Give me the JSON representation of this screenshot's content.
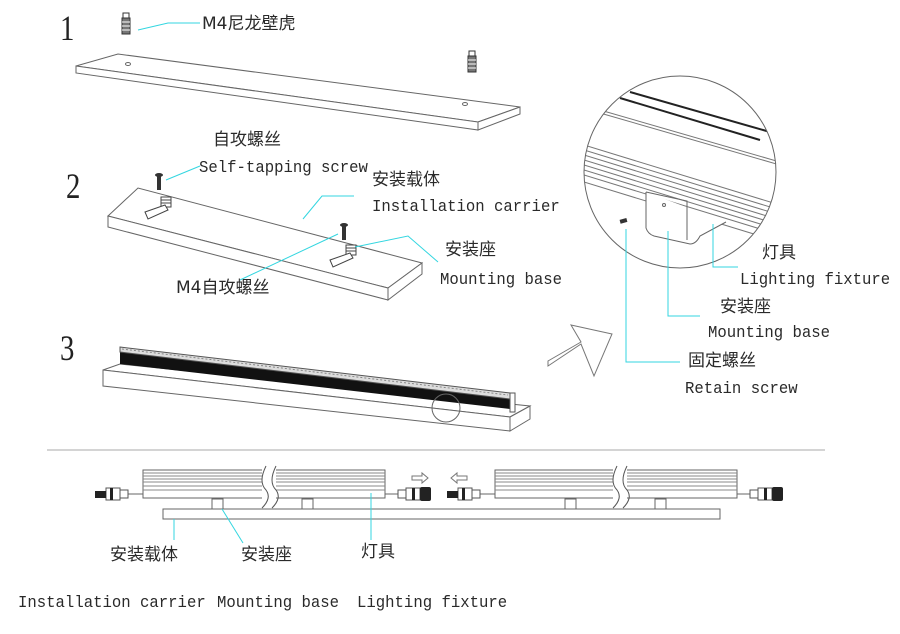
{
  "steps": [
    {
      "number": "1",
      "labels": {
        "anchor_cn": "M4尼龙壁虎"
      }
    },
    {
      "number": "2",
      "labels": {
        "screw_cn": "自攻螺丝",
        "screw_en": "Self-tapping screw",
        "carrier_cn": "安装载体",
        "carrier_en": "Installation carrier",
        "base_cn": "安装座",
        "base_en": "Mounting base",
        "m4_screw_cn": "M4自攻螺丝"
      }
    },
    {
      "number": "3",
      "labels": {}
    }
  ],
  "detail": {
    "fixture_cn": "灯具",
    "fixture_en": "Lighting fixture",
    "base_cn": "安装座",
    "base_en": "Mounting base",
    "retain_cn": "固定螺丝",
    "retain_en": "Retain screw"
  },
  "bottom": {
    "carrier_cn": "安装载体",
    "base_cn": "安装座",
    "fixture_cn": "灯具",
    "carrier_en": "Installation carrier",
    "base_en": "Mounting base",
    "fixture_en": "Lighting fixture"
  },
  "colors": {
    "leader_line": "#33d6e0",
    "outline": "#555555",
    "dark": "#111111"
  }
}
